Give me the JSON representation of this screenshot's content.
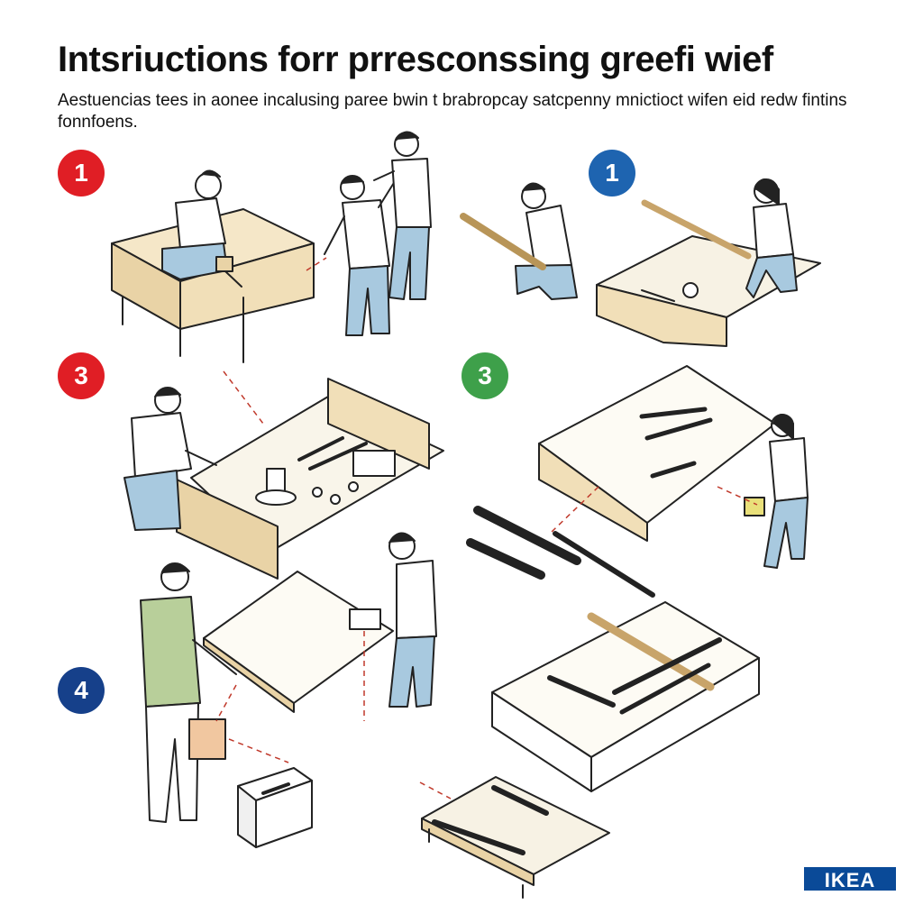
{
  "header": {
    "title": "Intsriuctions forr prresconssing greefi wief",
    "subtitle": "Aestuencias tees in aonee incalusing paree bwin t brabropcay satcpenny mnictioct wifen eid redw fintins fonnfoens."
  },
  "steps": [
    {
      "number": "1",
      "color": "#e01e25"
    },
    {
      "number": "1",
      "color": "#1e64b0"
    },
    {
      "number": "3",
      "color": "#e01e25"
    },
    {
      "number": "3",
      "color": "#3ea04a"
    },
    {
      "number": "4",
      "color": "#16408a"
    }
  ],
  "brand": {
    "logo_text": "IKEA",
    "logo_color": "#0a4a98"
  },
  "colors": {
    "wood": "#f5e7c8",
    "wood_dark": "#e9d3a6",
    "shirt": "#ffffff",
    "jeans": "#a8c9df",
    "green_shirt": "#b8cf9a",
    "guide_line": "#c0392b"
  }
}
